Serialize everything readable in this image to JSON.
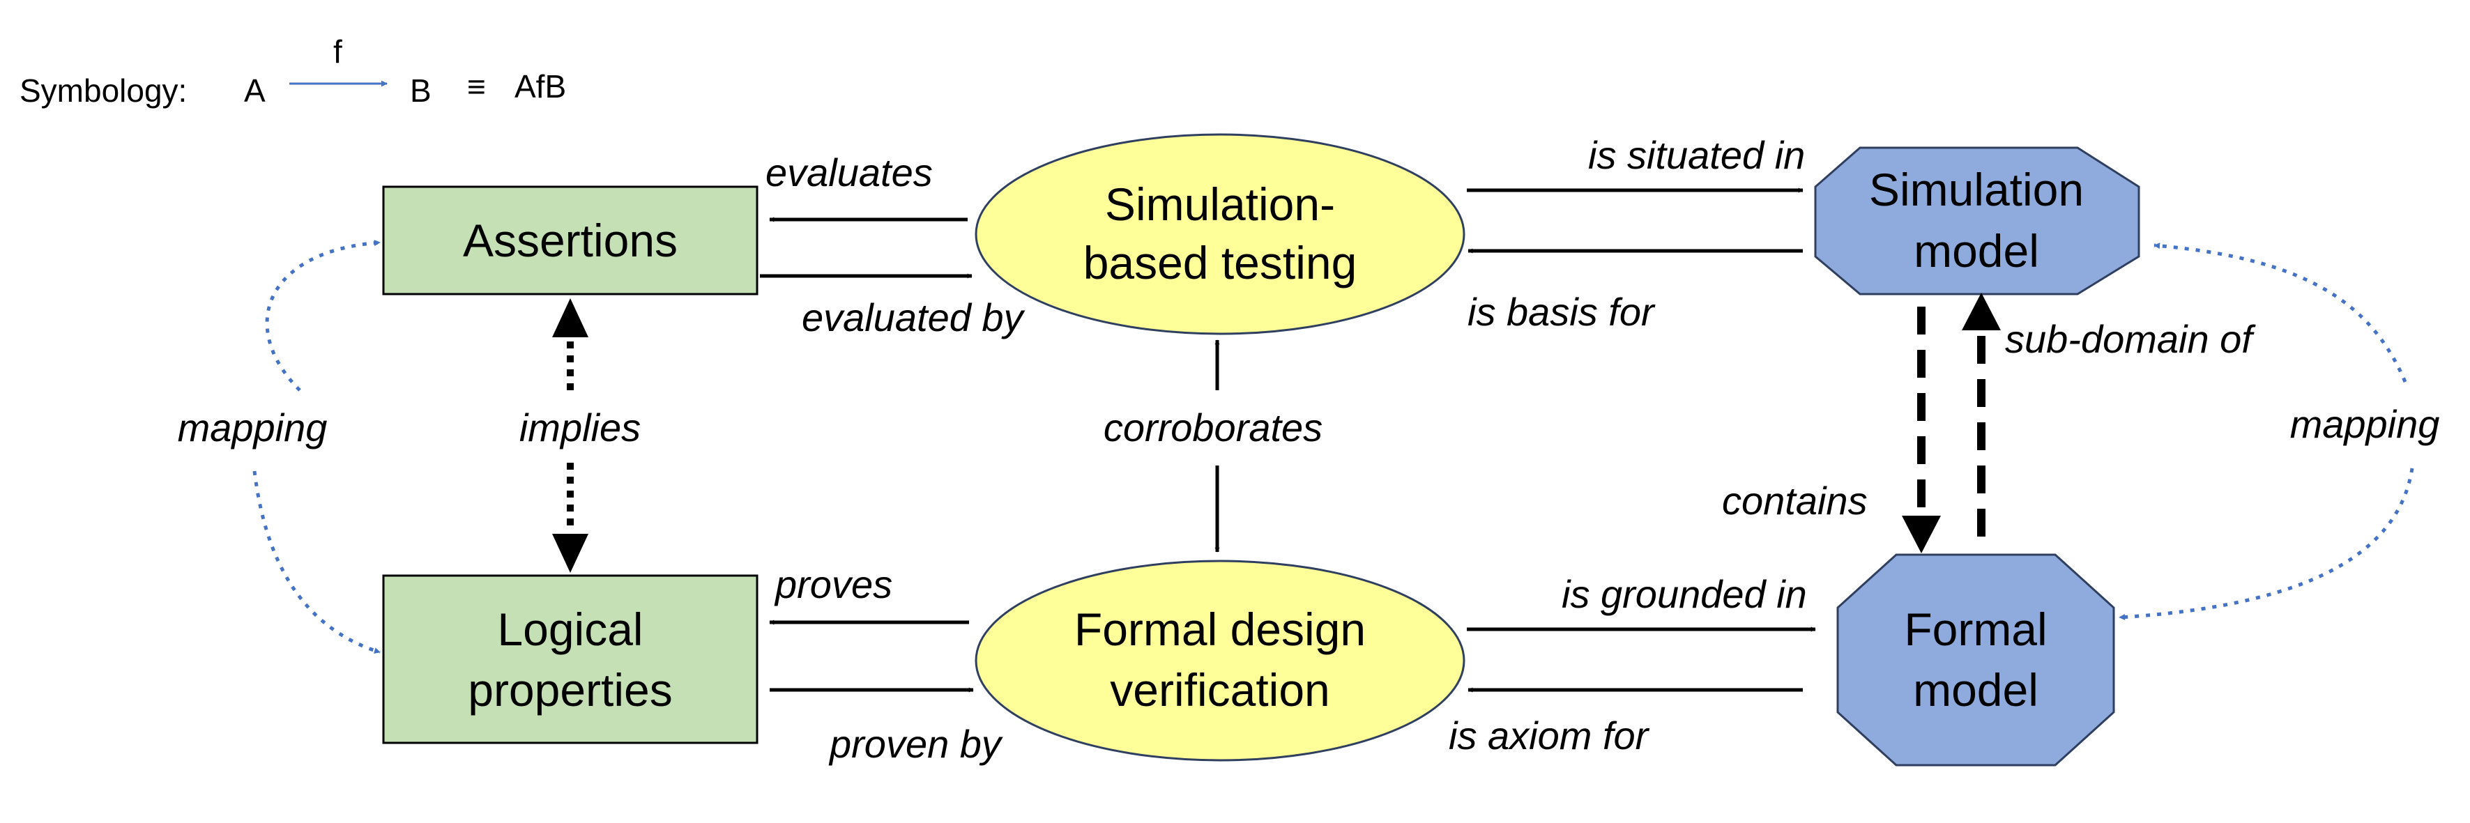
{
  "legend": {
    "prefix": "Symbology:",
    "a": "A",
    "f": "f",
    "b": "B",
    "equiv": "≡",
    "result": "AfB"
  },
  "nodes": {
    "assertions": {
      "label": "Assertions",
      "fill": "#c5e0b4"
    },
    "logical_properties": {
      "line1": "Logical",
      "line2": "properties",
      "fill": "#c5e0b4"
    },
    "simulation_testing": {
      "line1": "Simulation-",
      "line2": "based testing",
      "fill": "#ffff99"
    },
    "formal_verification": {
      "line1": "Formal design",
      "line2": "verification",
      "fill": "#ffff99"
    },
    "simulation_model": {
      "line1": "Simulation",
      "line2": "model",
      "fill": "#8faadc"
    },
    "formal_model": {
      "line1": "Formal",
      "line2": "model",
      "fill": "#8faadc"
    }
  },
  "relations": {
    "evaluates": "evaluates",
    "evaluated_by": "evaluated by",
    "is_situated_in": "is situated in",
    "is_basis_for": "is basis for",
    "sub_domain_of": "sub-domain of",
    "contains": "contains",
    "implies": "implies",
    "corroborates": "corroborates",
    "mapping_left": "mapping",
    "mapping_right": "mapping",
    "proves": "proves",
    "proven_by": "proven by",
    "is_grounded_in": "is grounded in",
    "is_axiom_for": "is axiom for"
  },
  "colors": {
    "arrow": "#000000",
    "mapping": "#4472c4",
    "border": "#2f3f5f"
  }
}
